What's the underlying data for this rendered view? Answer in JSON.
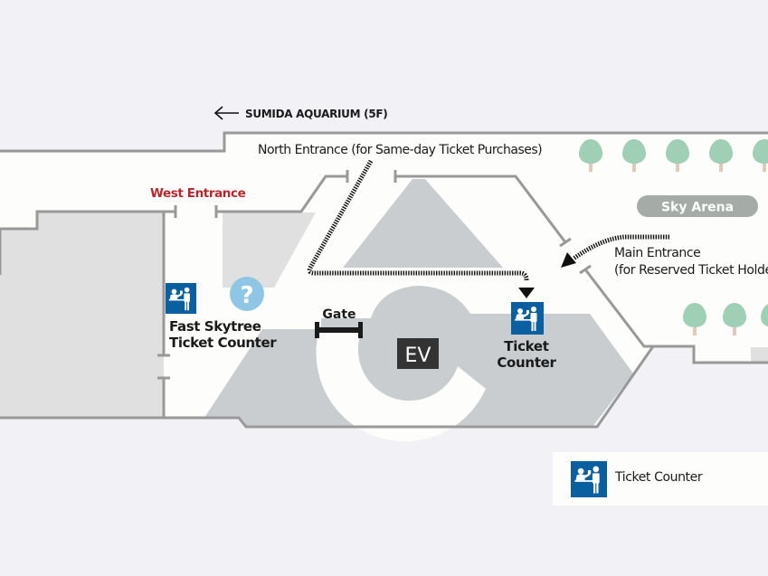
{
  "map": {
    "labels": {
      "aquarium": "SUMIDA AQUARIUM (5F)",
      "north_entrance": "North Entrance (for Same-day Ticket Purchases)",
      "west_entrance": "West Entrance",
      "sky_arena": "Sky Arena",
      "main_entrance_line1": "Main Entrance",
      "main_entrance_line2": "(for  Reserved Ticket Holders)",
      "fast_counter_line1": "Fast Skytree",
      "fast_counter_line2": "Ticket Counter",
      "gate": "Gate",
      "ev": "EV",
      "ticket_counter_line1": "Ticket",
      "ticket_counter_line2": "Counter",
      "info_glyph": "?"
    },
    "icons": {
      "aquarium_arrow": "arrow-left-icon",
      "ticket_counter": "ticket-counter-icon",
      "information": "information-icon",
      "tree": "tree-icon",
      "route_arrow": "route-arrow-icon"
    },
    "colors": {
      "background": "#f1f1f6",
      "floor": "#fdfdfc",
      "wall": "#999999",
      "area_dark": "#cacdd0",
      "area_light": "#e0e0e0",
      "ticket_blue": "#0a5fa0",
      "info_blue": "#8fc6e6",
      "west_red": "#b8262b",
      "tree_green": "#9fcfb4",
      "trunk": "#e4c8b8",
      "sky_arena_pill": "#a5aca8",
      "ev_box": "#333333"
    }
  },
  "legend": {
    "items": [
      {
        "icon": "ticket-counter-icon",
        "label": "Ticket Counter"
      }
    ]
  }
}
